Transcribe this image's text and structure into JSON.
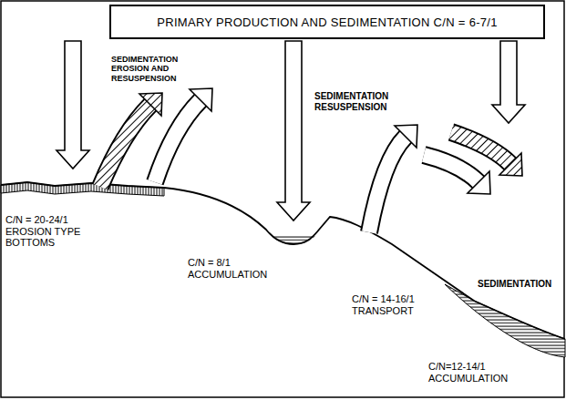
{
  "diagram": {
    "nodes": [
      {
        "text": [
          "PRIMARY PRODUCTION AND SEDIMENTATION C/N = 6-7/1"
        ]
      }
    ],
    "labels": [
      "SEDIMENTATION EROSION AND RESUSPENSION",
      "C/N = 20-24/1 EROSION TYPE BOTTOMS",
      "C/N = 8/1 ACCUMULATION",
      "SEDIMENTATION RESUSPENSION",
      "C/N = 14-16/1 TRANSPORT",
      "SEDIMENTATION",
      "C/N=12-14/1 ACCUMULATION"
    ]
  }
}
